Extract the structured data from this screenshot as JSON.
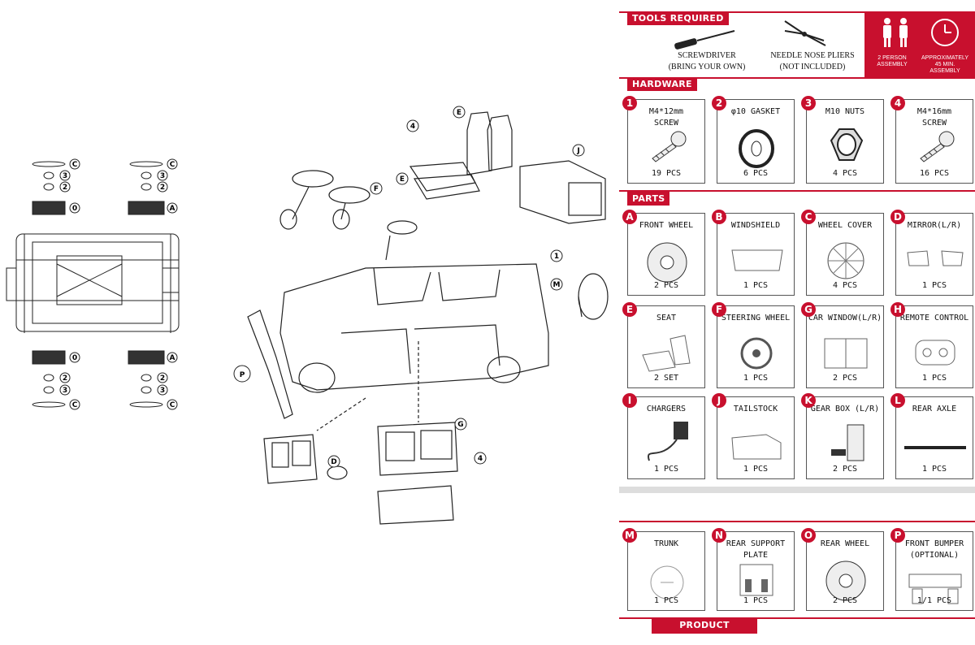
{
  "tools": {
    "header": "TOOLS REQUIRED",
    "screwdriver": {
      "line1": "SCREWDRIVER",
      "line2": "(BRING YOUR OWN)"
    },
    "pliers": {
      "line1": "NEEDLE NOSE PLIERS",
      "line2": "(NOT INCLUDED)"
    },
    "person": {
      "line1": "2 PERSON",
      "line2": "ASSEMBLY"
    },
    "time": {
      "line1": "APPROXIMATELY",
      "line2": "45 MIN.",
      "line3": "ASSEMBLY"
    }
  },
  "hardware": {
    "header": "HARDWARE",
    "items": [
      {
        "num": "1",
        "line1": "M4*12mm",
        "line2": "SCREW",
        "qty": "19 PCS",
        "icon": "screw-icon"
      },
      {
        "num": "2",
        "line1": "φ10 GASKET",
        "line2": "",
        "qty": "6 PCS",
        "icon": "gasket-icon"
      },
      {
        "num": "3",
        "line1": "M10 NUTS",
        "line2": "",
        "qty": "4 PCS",
        "icon": "nut-icon"
      },
      {
        "num": "4",
        "line1": "M4*16mm",
        "line2": "SCREW",
        "qty": "16 PCS",
        "icon": "screw-icon"
      }
    ]
  },
  "parts": {
    "header": "PARTS",
    "items": [
      {
        "letter": "A",
        "name": "FRONT WHEEL",
        "qty": "2 PCS"
      },
      {
        "letter": "B",
        "name": "WINDSHIELD",
        "qty": "1 PCS"
      },
      {
        "letter": "C",
        "name": "WHEEL COVER",
        "qty": "4 PCS"
      },
      {
        "letter": "D",
        "name": "MIRROR(L/R)",
        "qty": "1 PCS"
      },
      {
        "letter": "E",
        "name": "SEAT",
        "qty": "2 SET"
      },
      {
        "letter": "F",
        "name": "STEERING WHEEL",
        "qty": "1 PCS"
      },
      {
        "letter": "G",
        "name": "CAR WINDOW(L/R)",
        "qty": "2 PCS"
      },
      {
        "letter": "H",
        "name": "REMOTE CONTROL",
        "qty": "1 PCS"
      },
      {
        "letter": "I",
        "name": "CHARGERS",
        "qty": "1 PCS"
      },
      {
        "letter": "J",
        "name": "TAILSTOCK",
        "qty": "1 PCS"
      },
      {
        "letter": "K",
        "name": "GEAR BOX (L/R)",
        "qty": "2 PCS"
      },
      {
        "letter": "L",
        "name": "REAR AXLE",
        "qty": "1 PCS"
      },
      {
        "letter": "M",
        "name": "TRUNK",
        "qty": "1 PCS"
      },
      {
        "letter": "N",
        "name": "REAR SUPPORT\nPLATE",
        "qty": "1 PCS"
      },
      {
        "letter": "O",
        "name": "REAR WHEEL",
        "qty": "2 PCS"
      },
      {
        "letter": "P",
        "name": "FRONT BUMPER\n(OPTIONAL)",
        "qty": "1/1 PCS"
      }
    ]
  },
  "footer": {
    "label": "PRODUCT ASSEMBLY"
  },
  "diagram": {
    "chassis_labels": [
      "C",
      "3",
      "2",
      "0",
      "C",
      "3",
      "2",
      "A",
      "0",
      "2",
      "3",
      "C",
      "A",
      "2",
      "3",
      "C"
    ],
    "callouts": {
      "E1": "E",
      "E2": "E",
      "four_top": "4",
      "J": "J",
      "F": "F",
      "one": "1",
      "M": "M",
      "P": "P",
      "G": "G",
      "D": "D",
      "four_bottom": "4"
    }
  },
  "colors": {
    "accent": "#c8102e",
    "line": "#555555"
  }
}
